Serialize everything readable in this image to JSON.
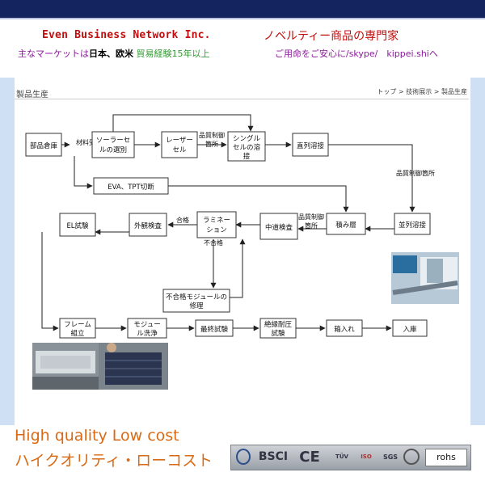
{
  "header": {
    "company": "Even Business Network Inc.",
    "tagline": "ノベルティー商品の専門家",
    "market_prefix": "主なマーケットは",
    "market_regions": "日本、欧米",
    "market_experience": "貿易経験15年以上",
    "contact": "ご用命をご安心に/skype/　kippei.shiへ"
  },
  "section": {
    "title": "製品生産",
    "breadcrumb": "トップ > 技術展示 > 製品生産"
  },
  "flow": {
    "nodes": {
      "parts_warehouse": "部品倉庫",
      "receiving": "材料受領",
      "cell_select_1": "ソーラーセ",
      "cell_select_2": "ルの選別",
      "laser_1": "レーザー",
      "laser_2": "セル",
      "string_1": "シングル",
      "string_2": "セルの溶",
      "string_3": "接",
      "series_weld": "直列溶接",
      "eva_cut": "EVA、TPT切断",
      "parallel_weld": "並列溶接",
      "layup": "積み層",
      "mid_inspect": "中道検査",
      "lamination_1": "ラミネー",
      "lamination_2": "ション",
      "visual_inspect": "外観検査",
      "el_test": "EL試験",
      "repair_1": "不合格モジュールの",
      "repair_2": "修理",
      "frame_1": "フレーム",
      "frame_2": "組立",
      "clean_1": "モジュー",
      "clean_2": "ル洗浄",
      "final_test": "最終試験",
      "insulation_1": "絶縁耐圧",
      "insulation_2": "試験",
      "packing": "箱入れ",
      "stock_in": "入庫"
    },
    "labels": {
      "qc_1": "品質制御",
      "qc_2": "箇所",
      "qc_right": "品質制御箇所",
      "qc_layup_1": "品質制御",
      "qc_layup_2": "箇所",
      "pass": "合格",
      "fail": "不合格"
    }
  },
  "footer": {
    "slogan_en": "High quality  Low cost",
    "slogan_ja": "ハイクオリティ・ローコスト",
    "certs": [
      "BSCI",
      "CE",
      "TÜV",
      "ISO",
      "SGS",
      "rohs"
    ]
  },
  "colors": {
    "company_red": "#c00d0d",
    "accent_purple": "#8a1a9a",
    "accent_green": "#2f9a2f",
    "slogan_orange": "#d86a16",
    "top_navy": "#14245f"
  }
}
